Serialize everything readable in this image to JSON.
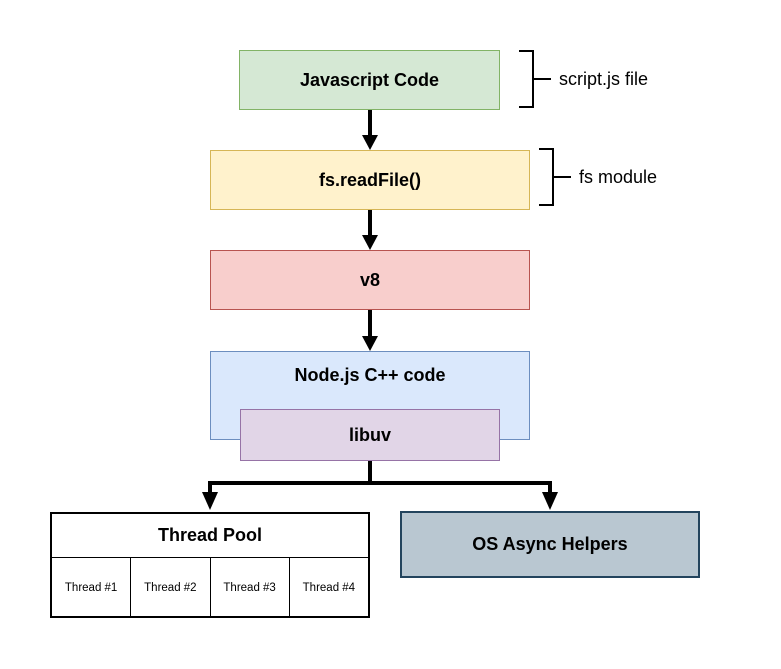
{
  "diagram": {
    "arrow_color": "#000000",
    "bracket_color": "#000000",
    "nodes": {
      "javascript_code": {
        "label": "Javascript Code",
        "fill": "#d5e8d4",
        "border": "#82b366"
      },
      "fs_readfile": {
        "label": "fs.readFile()",
        "fill": "#fff2cc",
        "border": "#d6b656"
      },
      "v8": {
        "label": "v8",
        "fill": "#f8cecc",
        "border": "#b85450"
      },
      "nodejs_cpp": {
        "label": "Node.js C++ code",
        "fill": "#dae8fc",
        "border": "#6c8ebf"
      },
      "libuv": {
        "label": "libuv",
        "fill": "#e1d5e7",
        "border": "#9673a6"
      },
      "thread_pool": {
        "label": "Thread Pool",
        "fill": "#ffffff",
        "border": "#000000",
        "threads": [
          "Thread #1",
          "Thread #2",
          "Thread #3",
          "Thread #4"
        ]
      },
      "os_async_helpers": {
        "label": "OS Async Helpers",
        "fill": "#b9c7d1",
        "border": "#23445d"
      }
    },
    "annotations": {
      "script_js_file": {
        "label": "script.js file"
      },
      "fs_module": {
        "label": "fs module"
      }
    }
  }
}
